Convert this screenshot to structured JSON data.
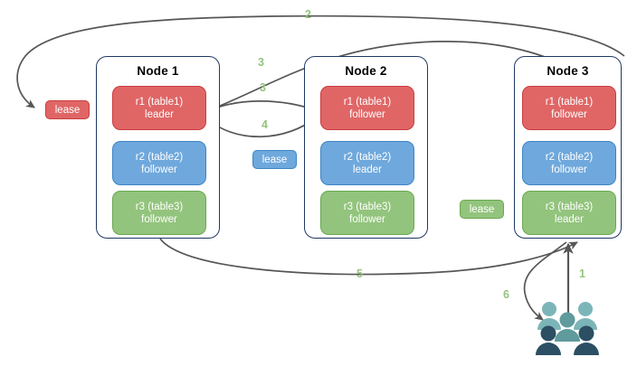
{
  "diagram": {
    "title": "Raft multi-node replica lease diagram",
    "colors": {
      "red": "#e06666",
      "red_border": "#cc3c3c",
      "blue": "#6fa8dc",
      "blue_border": "#3d85c6",
      "green": "#93c47d",
      "green_border": "#6aa84f",
      "node_border": "#1f3864",
      "arrow": "#565656",
      "step_label": "#93c47d",
      "users_light": "#7cb5b8",
      "users_dark": "#2c4f63"
    },
    "nodes": [
      {
        "id": "node1",
        "title": "Node 1",
        "replicas": [
          {
            "name": "r1 (table1)",
            "role": "leader",
            "color": "red"
          },
          {
            "name": "r2 (table2)",
            "role": "follower",
            "color": "blue"
          },
          {
            "name": "r3 (table3)",
            "role": "follower",
            "color": "green"
          }
        ]
      },
      {
        "id": "node2",
        "title": "Node 2",
        "replicas": [
          {
            "name": "r1 (table1)",
            "role": "follower",
            "color": "red"
          },
          {
            "name": "r2 (table2)",
            "role": "leader",
            "color": "blue"
          },
          {
            "name": "r3 (table3)",
            "role": "follower",
            "color": "green"
          }
        ]
      },
      {
        "id": "node3",
        "title": "Node 3",
        "replicas": [
          {
            "name": "r1 (table1)",
            "role": "follower",
            "color": "red"
          },
          {
            "name": "r2 (table2)",
            "role": "follower",
            "color": "blue"
          },
          {
            "name": "r3 (table3)",
            "role": "leader",
            "color": "green"
          }
        ]
      }
    ],
    "leases": [
      {
        "id": "lease-r1",
        "label": "lease",
        "color": "red"
      },
      {
        "id": "lease-r2",
        "label": "lease",
        "color": "blue"
      },
      {
        "id": "lease-r3",
        "label": "lease",
        "color": "green"
      }
    ],
    "steps": [
      {
        "id": "step-1",
        "label": "1"
      },
      {
        "id": "step-2",
        "label": "2"
      },
      {
        "id": "step-3a",
        "label": "3"
      },
      {
        "id": "step-3b",
        "label": "3"
      },
      {
        "id": "step-4",
        "label": "4"
      },
      {
        "id": "step-5",
        "label": "5"
      },
      {
        "id": "step-6",
        "label": "6"
      }
    ],
    "actor": {
      "id": "users",
      "icon": "users-icon"
    }
  }
}
